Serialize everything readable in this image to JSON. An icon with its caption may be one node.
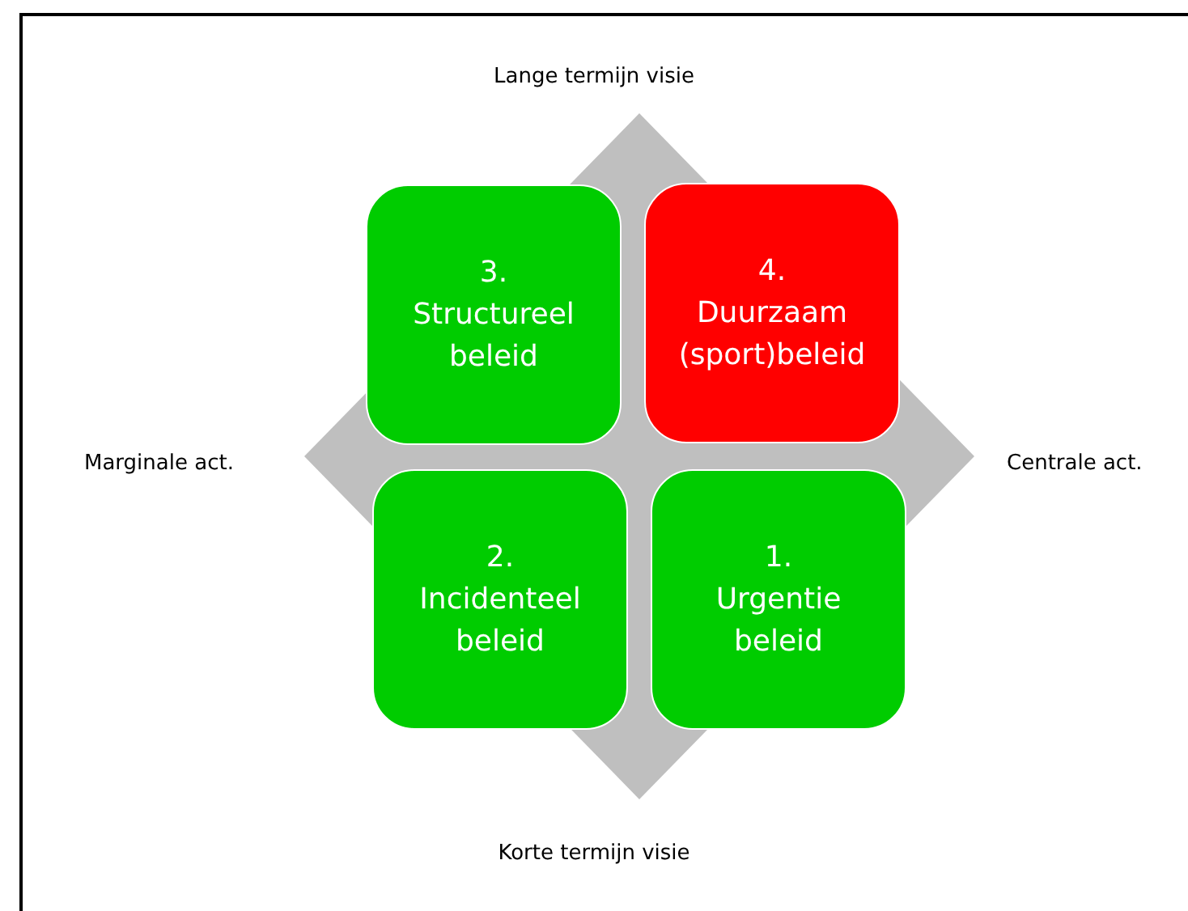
{
  "diagram": {
    "nodes": [
      {
        "text": [
          "3.",
          "Structureel beleid"
        ]
      },
      {
        "text": [
          "4.",
          "Duurzaam (sport)beleid"
        ]
      },
      {
        "text": [
          "2.",
          "Incidenteel beleid"
        ]
      },
      {
        "text": [
          "1.",
          "Urgentie beleid"
        ]
      }
    ],
    "edges": [],
    "labels": [
      "Lange termijn visie",
      "Marginale act.",
      "Centrale act.",
      "Korte termijn visie"
    ]
  }
}
